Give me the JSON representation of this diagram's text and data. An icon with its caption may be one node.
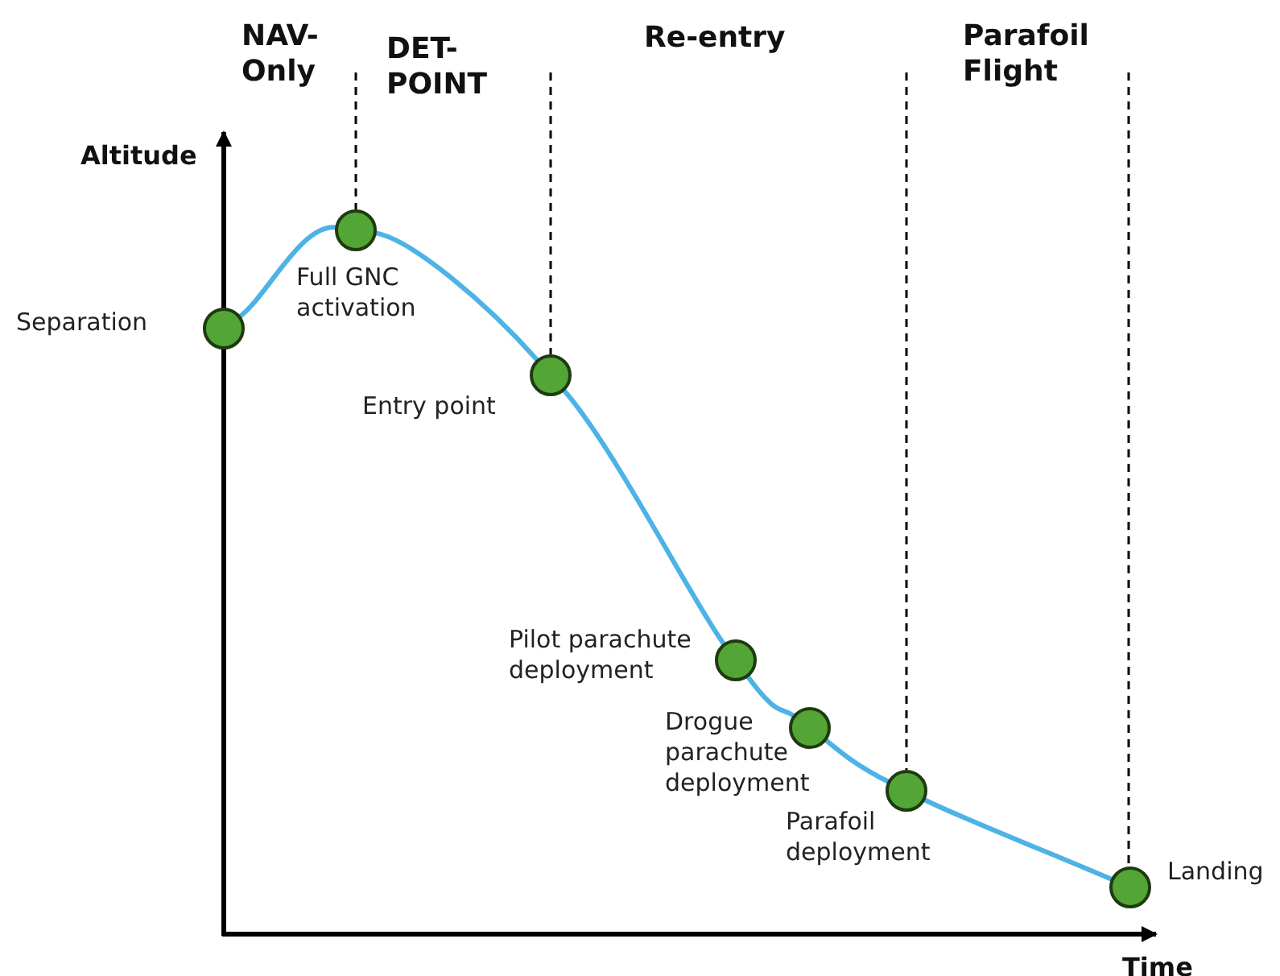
{
  "diagram": {
    "nodes": [
      {
        "text": [],
        "shape": "circle",
        "beside": [
          "Separation"
        ]
      },
      {
        "text": [],
        "shape": "circle",
        "beside": [
          "Full GNC activation"
        ]
      },
      {
        "text": [],
        "shape": "circle",
        "beside": [
          "Entry point"
        ]
      },
      {
        "text": [],
        "shape": "circle",
        "beside": [
          "Pilot parachute deployment"
        ]
      },
      {
        "text": [],
        "shape": "circle",
        "beside": [
          "Drogue parachute deployment"
        ]
      },
      {
        "text": [],
        "shape": "circle",
        "beside": [
          "Parafoil deployment"
        ]
      },
      {
        "text": [],
        "shape": "circle",
        "beside": [
          "Landing"
        ]
      }
    ],
    "edges": [
      {
        "from": 0,
        "to": 1,
        "arrow": "none"
      },
      {
        "from": 1,
        "to": 2,
        "arrow": "none"
      },
      {
        "from": 2,
        "to": 3,
        "arrow": "none"
      },
      {
        "from": 3,
        "to": 4,
        "arrow": "none"
      },
      {
        "from": 4,
        "to": 5,
        "arrow": "none"
      },
      {
        "from": 5,
        "to": 6,
        "arrow": "none"
      }
    ],
    "labels": [
      "NAV-Only",
      "DET-POINT",
      "Re-entry",
      "Parafoil Flight",
      "Altitude",
      "Time"
    ]
  }
}
